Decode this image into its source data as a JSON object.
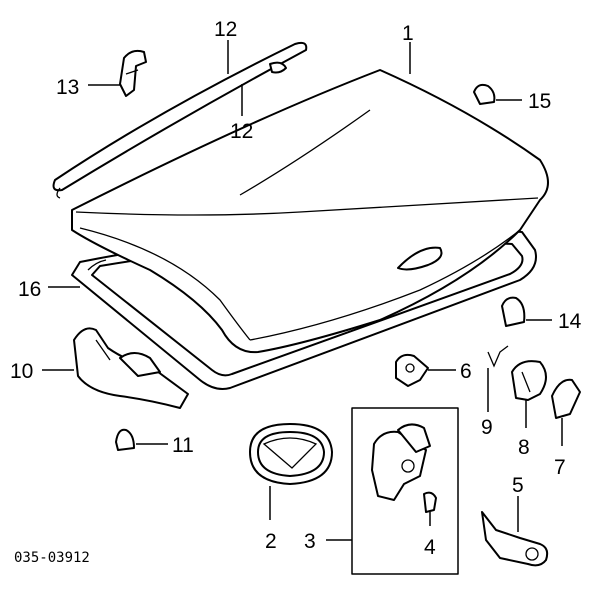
{
  "diagram": {
    "code": "035-03912",
    "callouts": {
      "c1": "1",
      "c2": "2",
      "c3": "3",
      "c4": "4",
      "c5": "5",
      "c6": "6",
      "c7": "7",
      "c8": "8",
      "c9": "9",
      "c10": "10",
      "c11": "11",
      "c12a": "12",
      "c12b": "12",
      "c13": "13",
      "c14": "14",
      "c15": "15",
      "c16": "16"
    }
  }
}
